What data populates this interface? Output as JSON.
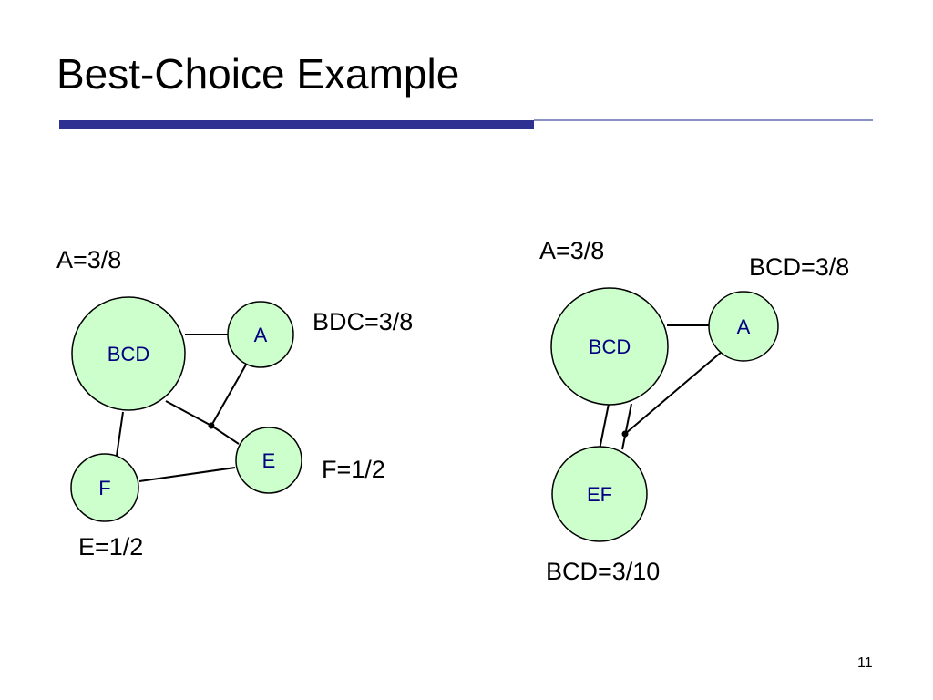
{
  "slide": {
    "title": "Best-Choice Example",
    "page_number": "11"
  },
  "colors": {
    "title_bar": "#2e3192",
    "title_rule": "#8a8fc4",
    "node_fill": "#ccffcc",
    "node_stroke": "#000000",
    "node_text": "#000080",
    "edge": "#000000"
  },
  "left_graph": {
    "nodes": {
      "bcd": "BCD",
      "a": "A",
      "e": "E",
      "f": "F"
    },
    "labels": {
      "a_score": "A=3/8",
      "bdc_score": "BDC=3/8",
      "f_score": "F=1/2",
      "e_score": "E=1/2"
    }
  },
  "right_graph": {
    "nodes": {
      "bcd": "BCD",
      "a": "A",
      "ef": "EF"
    },
    "labels": {
      "a_score": "A=3/8",
      "bcd_score_top": "BCD=3/8",
      "bcd_score_bottom": "BCD=3/10"
    }
  }
}
